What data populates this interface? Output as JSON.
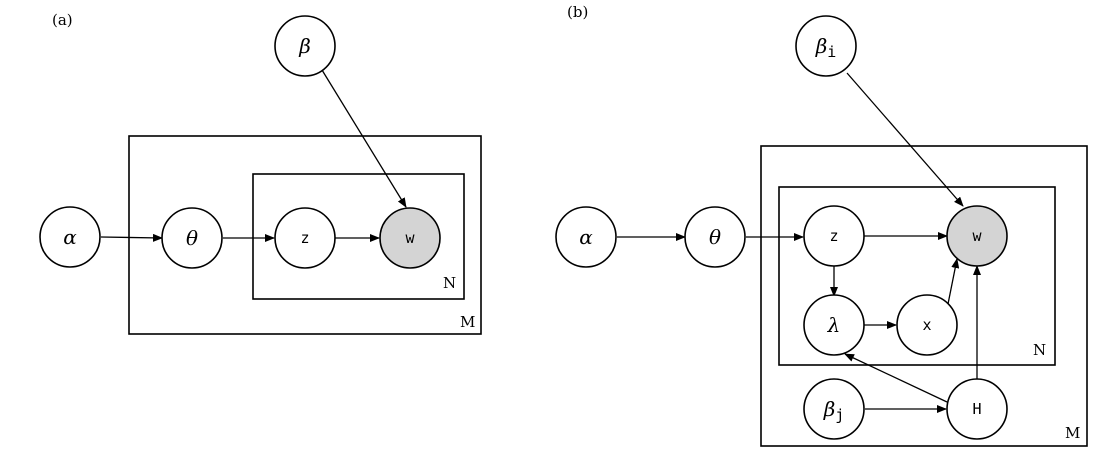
{
  "panels": [
    {
      "label": "(a)",
      "nodes": {
        "alpha": {
          "text": "α",
          "observed": false
        },
        "theta": {
          "text": "θ",
          "observed": false
        },
        "beta": {
          "text": "β",
          "observed": false
        },
        "z": {
          "text": "z",
          "observed": false
        },
        "w": {
          "text": "w",
          "observed": true
        }
      },
      "plates": {
        "outer": "M",
        "inner": "N"
      },
      "edges": [
        [
          "alpha",
          "theta"
        ],
        [
          "theta",
          "z"
        ],
        [
          "z",
          "w"
        ],
        [
          "beta",
          "w"
        ]
      ]
    },
    {
      "label": "(b)",
      "nodes": {
        "alpha": {
          "text": "α",
          "observed": false
        },
        "theta": {
          "text": "θ",
          "observed": false
        },
        "beta_i": {
          "text": "β",
          "sub": "i",
          "observed": false
        },
        "z": {
          "text": "z",
          "observed": false
        },
        "w": {
          "text": "w",
          "observed": true
        },
        "lambda": {
          "text": "λ",
          "observed": false
        },
        "x": {
          "text": "x",
          "observed": false
        },
        "beta_j": {
          "text": "β",
          "sub": "j",
          "observed": false
        },
        "H": {
          "text": "H",
          "observed": false
        }
      },
      "plates": {
        "outer": "M",
        "inner": "N"
      },
      "edges": [
        [
          "alpha",
          "theta"
        ],
        [
          "theta",
          "z"
        ],
        [
          "z",
          "w"
        ],
        [
          "beta_i",
          "w"
        ],
        [
          "z",
          "lambda"
        ],
        [
          "lambda",
          "x"
        ],
        [
          "x",
          "w"
        ],
        [
          "H",
          "w"
        ],
        [
          "H",
          "lambda"
        ],
        [
          "beta_j",
          "H"
        ]
      ]
    }
  ]
}
